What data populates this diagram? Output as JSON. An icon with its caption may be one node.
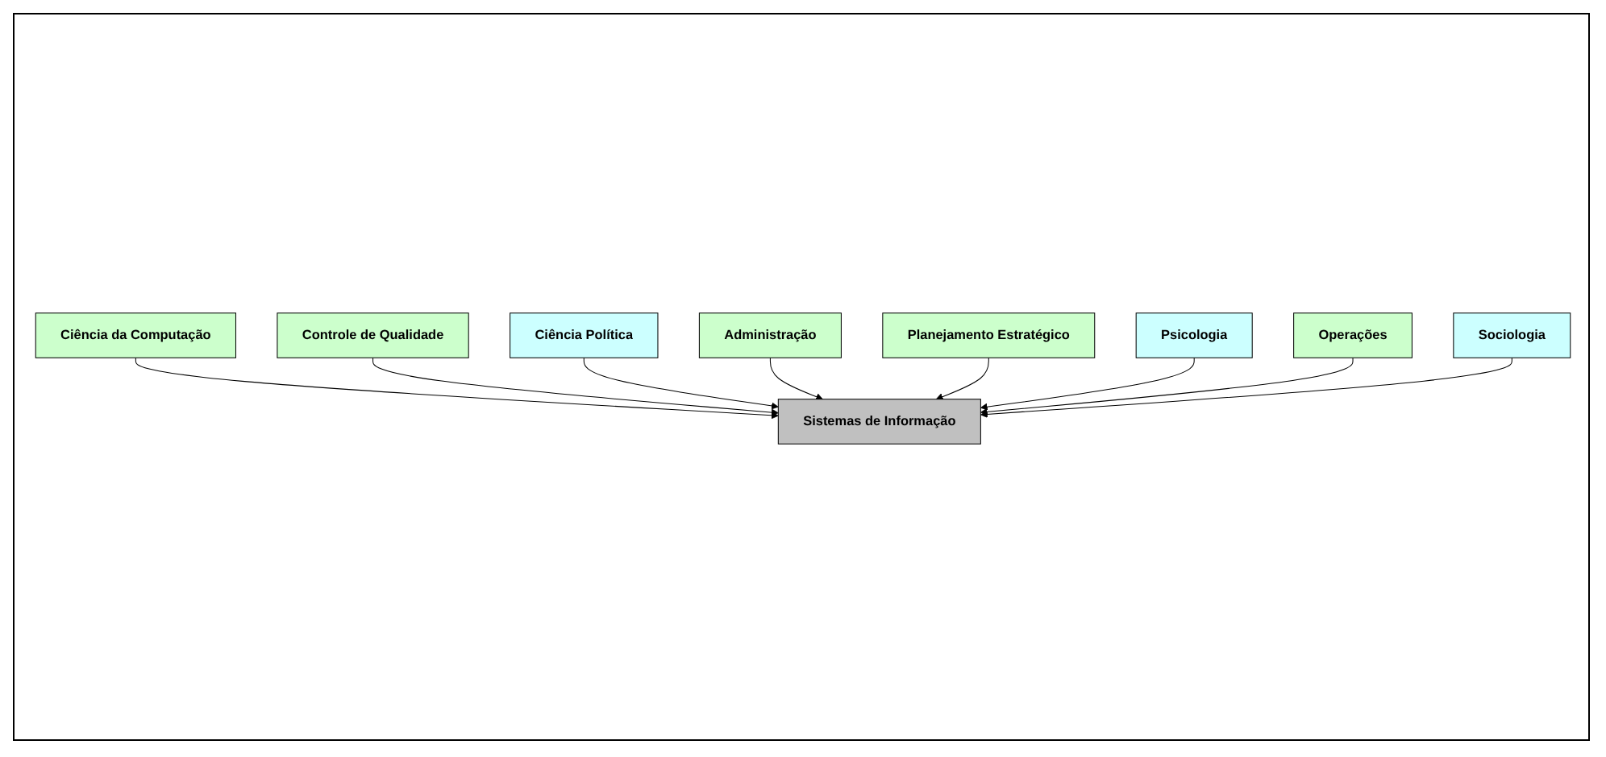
{
  "diagram": {
    "nodes": [
      {
        "text": [
          "Ciência da Computação"
        ]
      },
      {
        "text": [
          "Controle de Qualidade"
        ]
      },
      {
        "text": [
          "Ciência Política"
        ]
      },
      {
        "text": [
          "Administração"
        ]
      },
      {
        "text": [
          "Sistemas de Informação"
        ]
      },
      {
        "text": [
          "Planejamento Estratégico"
        ]
      },
      {
        "text": [
          "Psicologia"
        ]
      },
      {
        "text": [
          "Operações"
        ]
      },
      {
        "text": [
          "Sociologia"
        ]
      }
    ],
    "edges": [
      {
        "from": 0,
        "to": 4,
        "arrow": "to"
      },
      {
        "from": 1,
        "to": 4,
        "arrow": "to"
      },
      {
        "from": 2,
        "to": 4,
        "arrow": "to"
      },
      {
        "from": 3,
        "to": 4,
        "arrow": "to"
      },
      {
        "from": 5,
        "to": 4,
        "arrow": "to"
      },
      {
        "from": 6,
        "to": 4,
        "arrow": "to"
      },
      {
        "from": 7,
        "to": 4,
        "arrow": "to"
      },
      {
        "from": 8,
        "to": 4,
        "arrow": "to"
      }
    ]
  }
}
